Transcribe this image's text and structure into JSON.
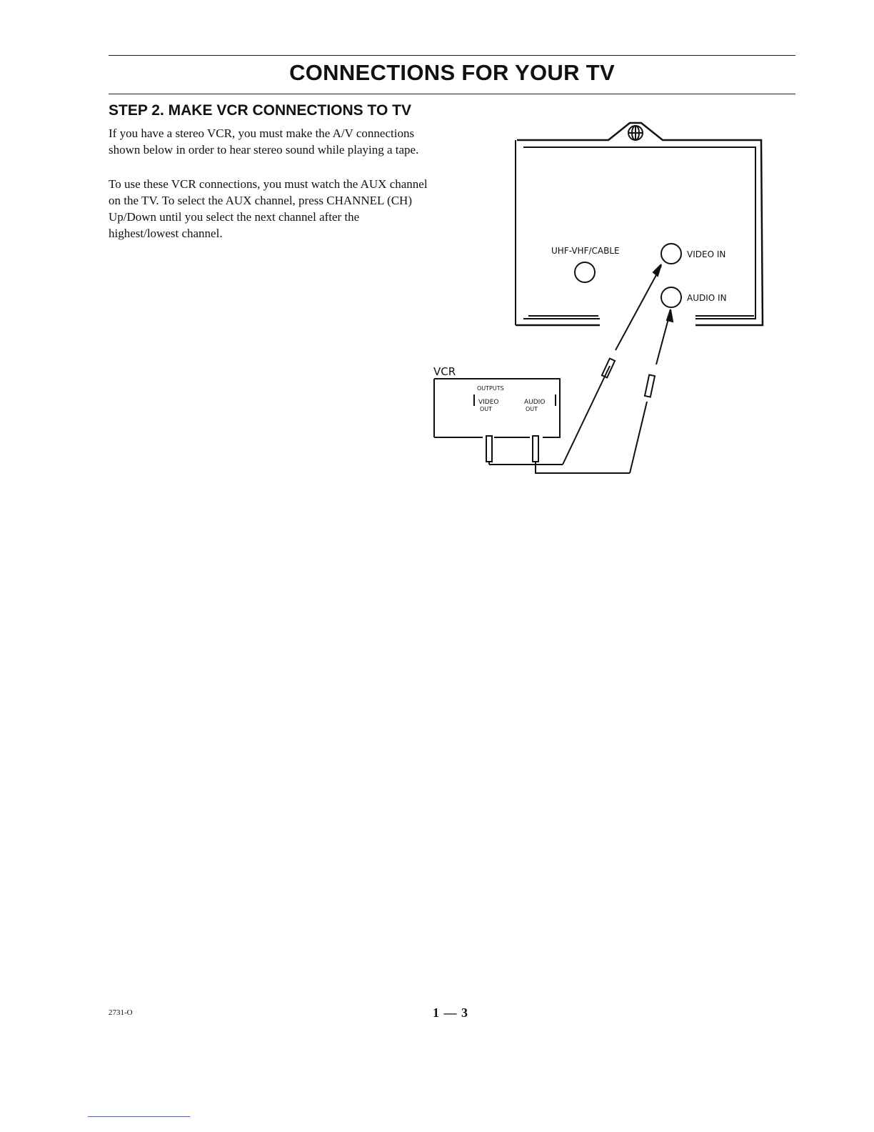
{
  "header": {
    "title": "CONNECTIONS FOR YOUR TV"
  },
  "step": {
    "heading": "STEP 2. MAKE VCR CONNECTIONS TO TV",
    "paragraphs": [
      "If you have a stereo VCR, you must make the A/V connections shown below in order to hear stereo sound while playing a tape.",
      "To use these VCR connections, you must watch the AUX channel on the TV. To select the AUX channel, press CHANNEL (CH) Up/Down until you select the next channel after the highest/lowest channel."
    ]
  },
  "diagram": {
    "tv_jacks": {
      "antenna": "UHF-VHF/CABLE",
      "video_in": "VIDEO IN",
      "audio_in": "AUDIO IN"
    },
    "vcr": {
      "label": "VCR",
      "outputs_label": "OUTPUTS",
      "video_out_line1": "VIDEO",
      "video_out_line2": "OUT",
      "audio_out_line1": "AUDIO",
      "audio_out_line2": "OUT"
    }
  },
  "footer": {
    "code": "2731-O",
    "page_number": "1 — 3"
  }
}
